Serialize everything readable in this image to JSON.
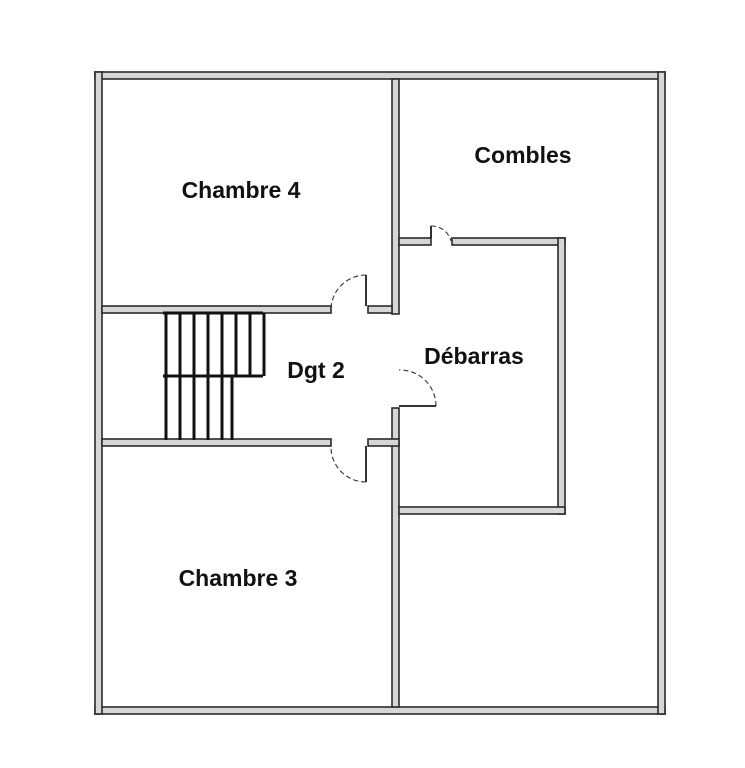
{
  "rooms": {
    "chambre4": "Chambre 4",
    "combles": "Combles",
    "dgt2": "Dgt 2",
    "debarras": "Débarras",
    "chambre3": "Chambre 3"
  },
  "colors": {
    "wall_fill": "#d6d6d6",
    "wall_stroke": "#2a2a2a",
    "text": "#111111",
    "background": "#ffffff"
  }
}
